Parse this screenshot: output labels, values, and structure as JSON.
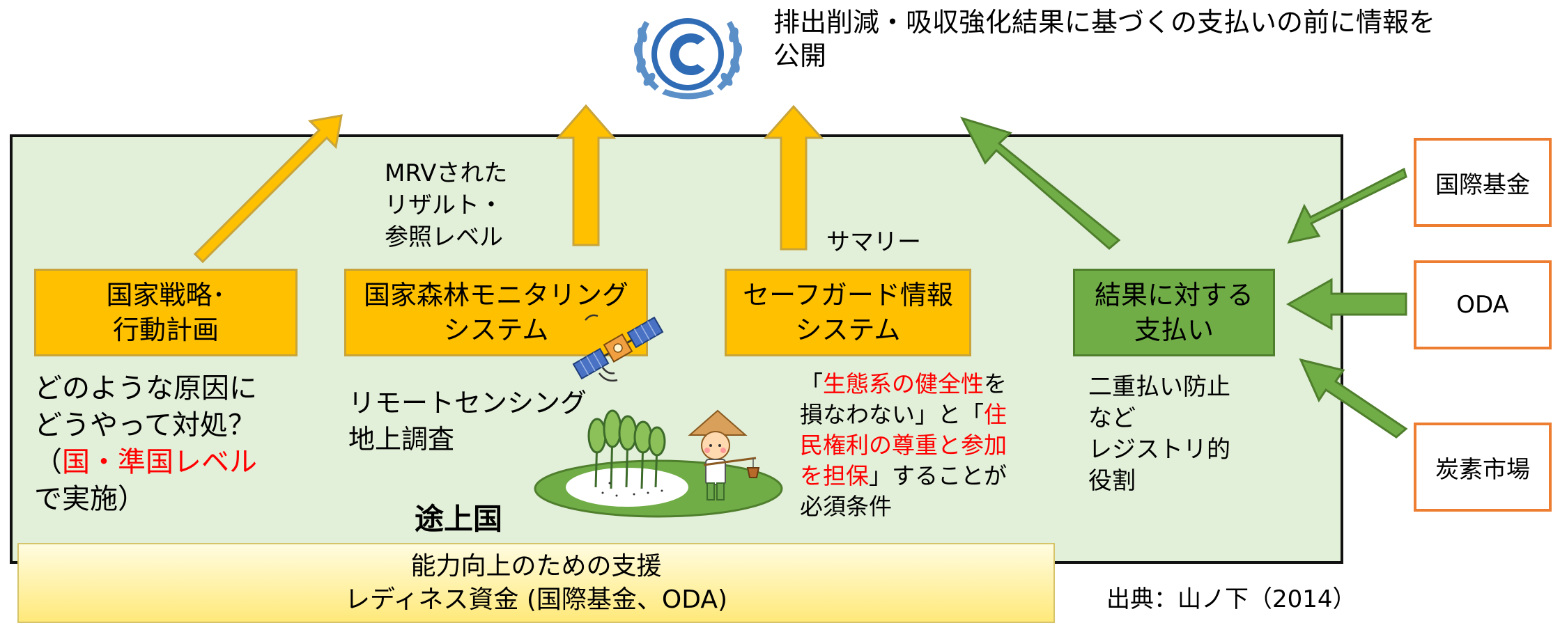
{
  "header": {
    "title_line1": "排出削減・吸収強化結果に基づくの支払いの前に情報を",
    "title_line2": "公開",
    "logo_icon": "unfccc-logo-icon"
  },
  "boxes": {
    "strategy": "国家戦略･\n行動計画",
    "monitoring": "国家森林モニタリング\nシステム",
    "safeguard": "セーフガード情報\nシステム",
    "payment": "結果に対する\n支払い"
  },
  "labels": {
    "mrv_line1": "MRVされた",
    "mrv_line2": "リザルト・",
    "mrv_line3": "参照レベル",
    "summary": "サマリー",
    "country": "途上国",
    "source": "出典：山ノ下（2014）"
  },
  "strategy_desc": {
    "line1": "どのような原因に",
    "line2": "どうやって対処？",
    "line3_pre": "（",
    "line3_red": "国・準国レベル",
    "line4": "で実施）"
  },
  "monitoring_desc": {
    "line1": "リモートセンシング",
    "line2": "地上調査"
  },
  "safeguard_desc": {
    "l1_pre": "「",
    "l1_red": "生態系の健全性",
    "l1_post": "を",
    "l2_pre": "損なわない」と「",
    "l2_red": "住",
    "l3_red": "民権利の尊重と参加",
    "l4_red": "を担保",
    "l4_post": "」することが",
    "l5": "必須条件"
  },
  "payment_desc": {
    "line1": "二重払い防止",
    "line2": "など",
    "line3": "レジストリ的",
    "line4": "役割"
  },
  "funding_sources": [
    "国際基金",
    "ODA",
    "炭素市場"
  ],
  "capacity": {
    "line1": "能力向上のための支援",
    "line2": "レディネス資金 (国際基金、ODA)"
  },
  "colors": {
    "panel_bg": "#e2efd9",
    "yellow": "#ffc000",
    "green": "#70ad47",
    "orange_border": "#ed7d31",
    "red_text": "#ff0000"
  }
}
